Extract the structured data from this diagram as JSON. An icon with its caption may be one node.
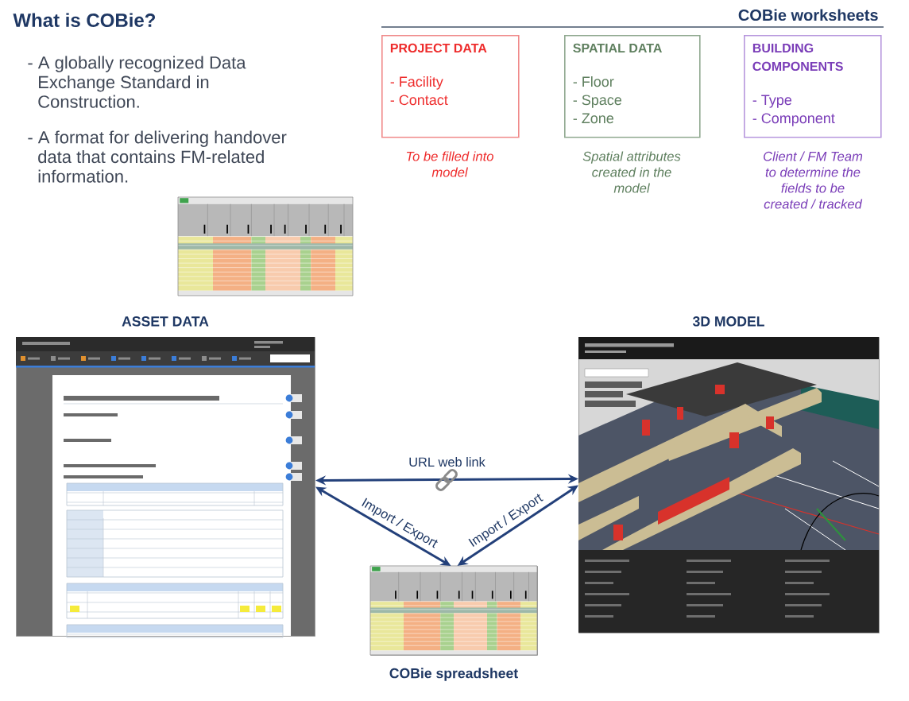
{
  "diagram": {
    "title": "What is COBie?",
    "nodes": [
      {
        "text": [
          "PROJECT DATA",
          "- Facility",
          "- Contact"
        ],
        "beside": [
          "To be filled into model"
        ]
      },
      {
        "text": [
          "SPATIAL DATA",
          "- Floor",
          "- Space",
          "- Zone"
        ],
        "beside": [
          "Spatial attributes created in the model"
        ]
      },
      {
        "text": [
          "BUILDING COMPONENTS",
          "- Type",
          "- Component"
        ],
        "beside": [
          "Client / FM Team to determine the fields to be created / tracked"
        ]
      },
      {
        "text": [
          "ASSET DATA"
        ]
      },
      {
        "text": [
          "3D MODEL"
        ]
      },
      {
        "text": [
          "COBie spreadsheet"
        ]
      }
    ],
    "edges": [
      {
        "from": 3,
        "to": 4,
        "arrow": "both",
        "label": "URL web link"
      },
      {
        "from": 3,
        "to": 5,
        "arrow": "both",
        "label": "Import / Export"
      },
      {
        "from": 4,
        "to": 5,
        "arrow": "both",
        "label": "Import / Export"
      }
    ],
    "labels": [
      "- A globally recognized Data Exchange Standard in Construction.",
      "- A format for delivering handover data that contains FM-related information.",
      "COBie worksheets"
    ]
  }
}
